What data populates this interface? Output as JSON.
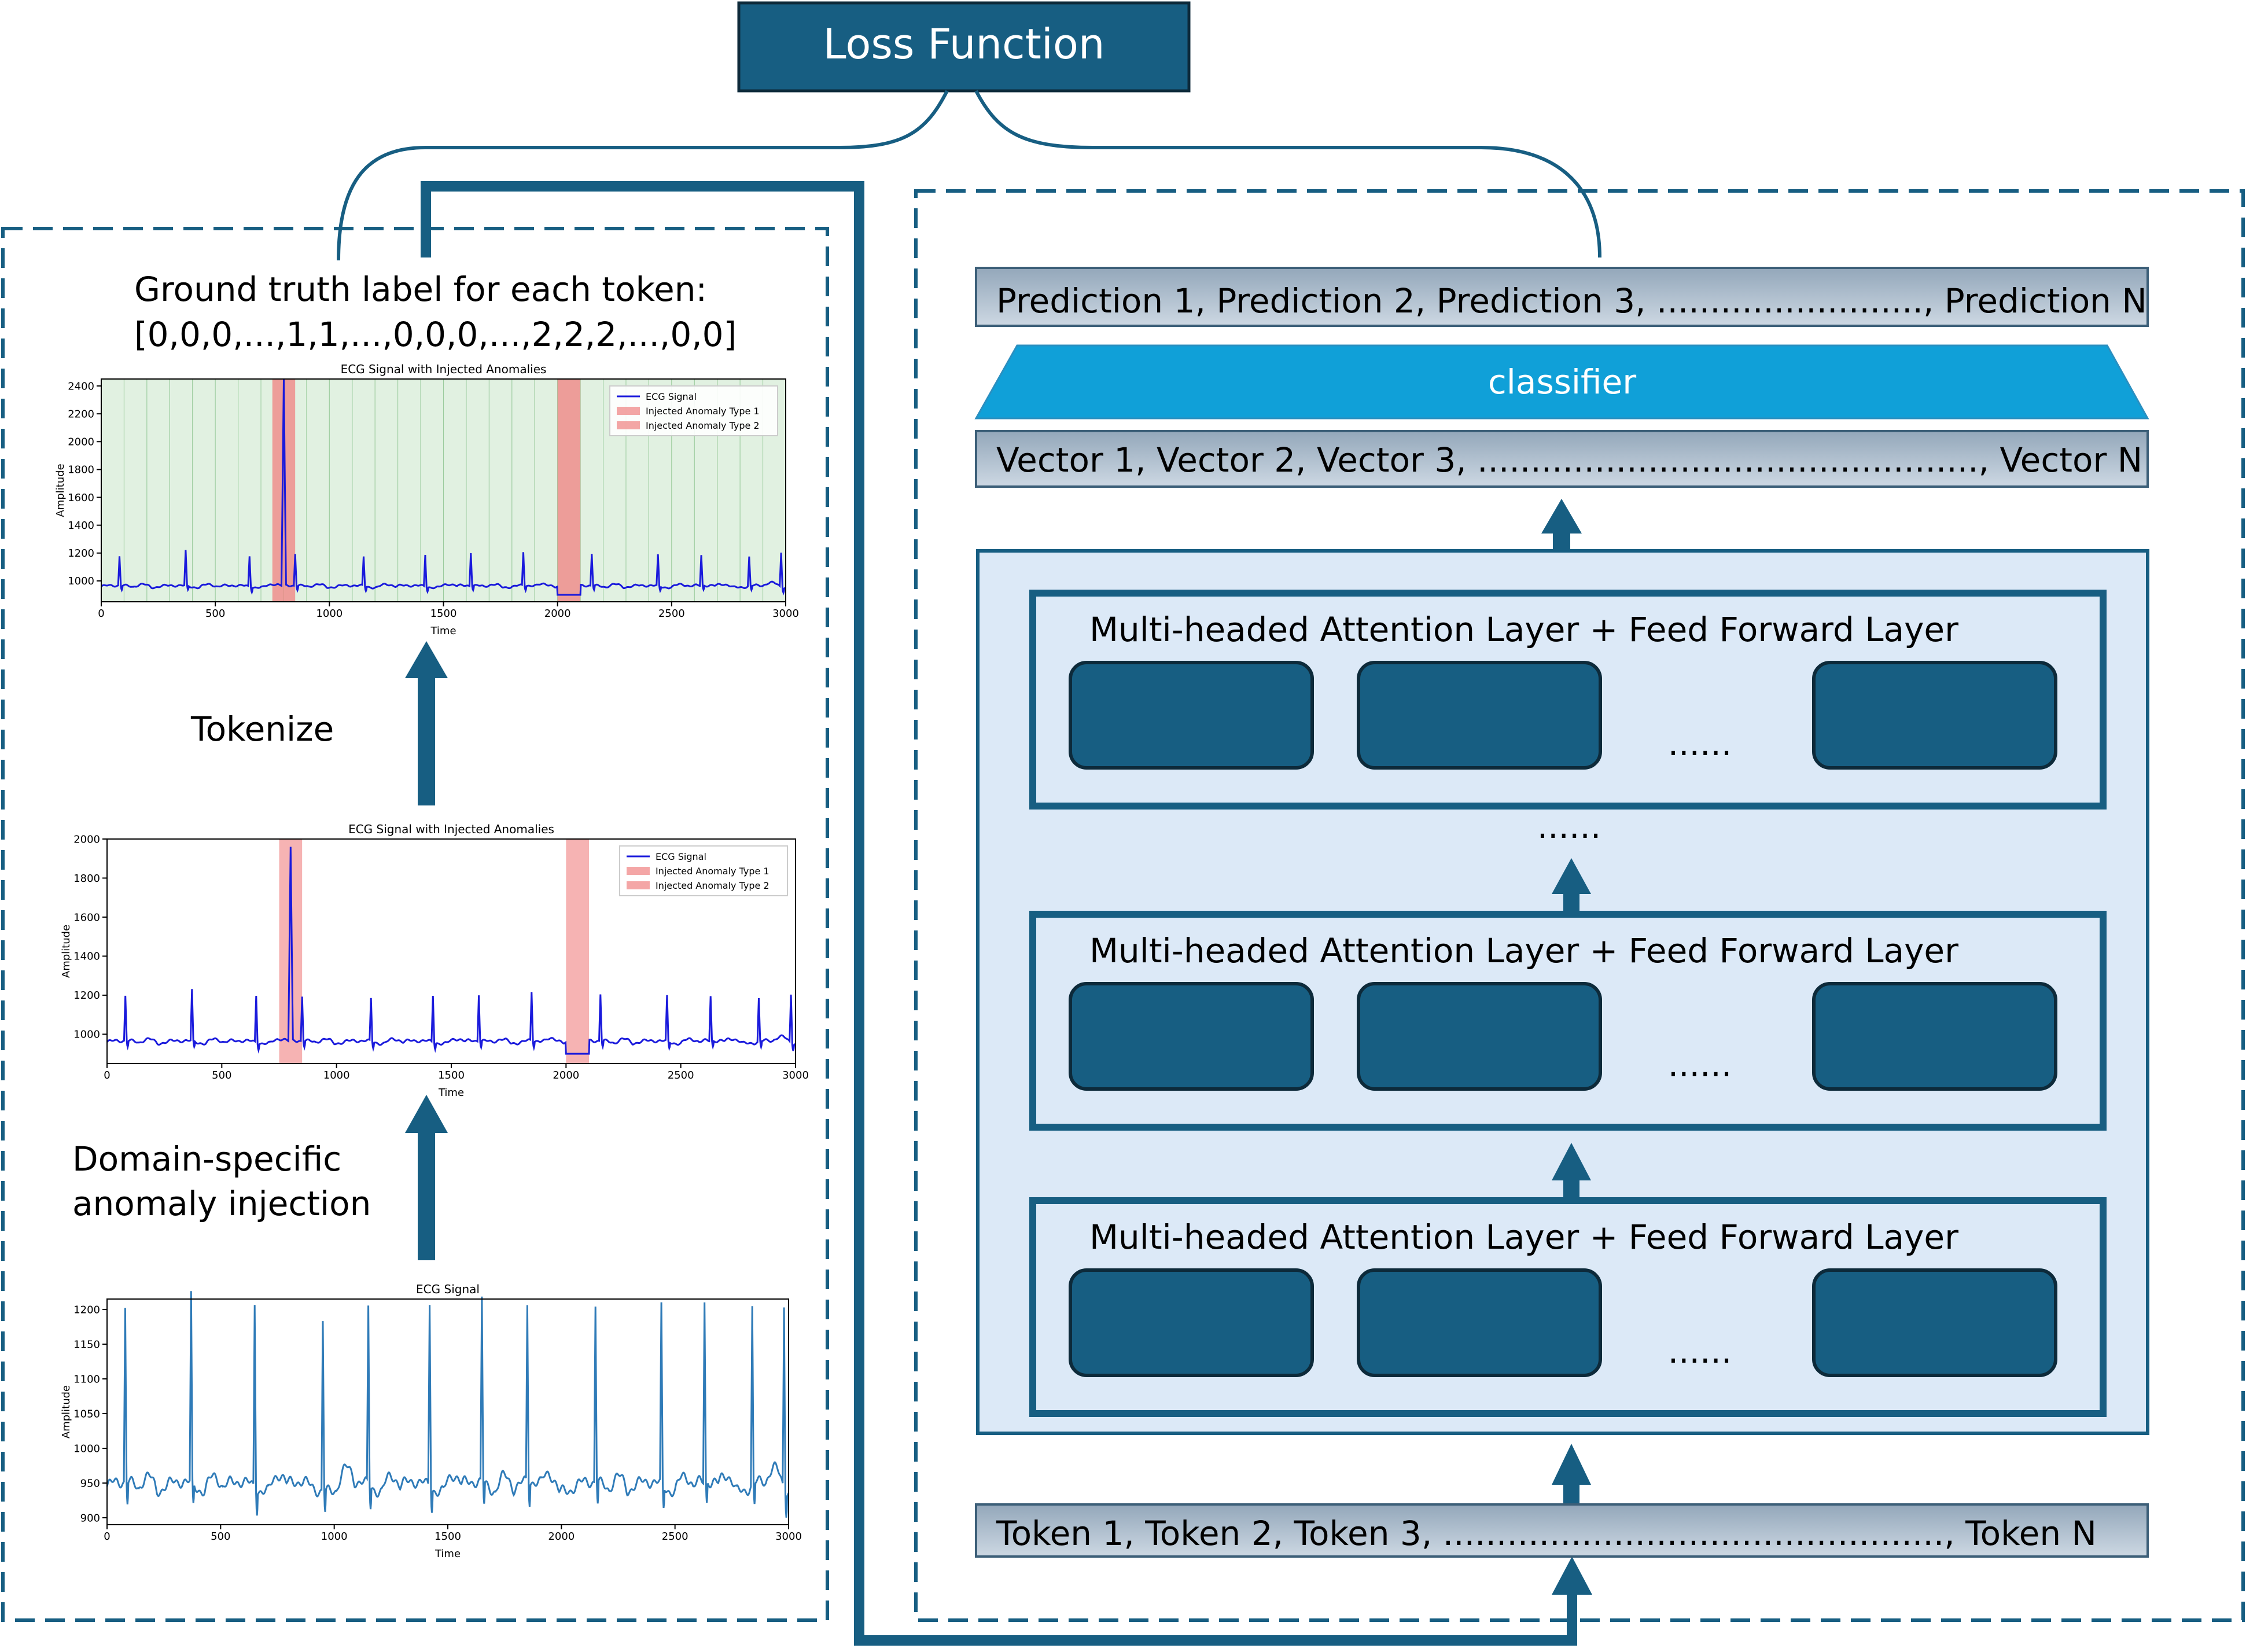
{
  "loss_function": "Loss Function",
  "left_panel": {
    "ground_truth_line1": "Ground truth label for each token:",
    "ground_truth_line2": "[0,0,0,...,1,1,...,0,0,0,...,2,2,2,...,0,0]",
    "tokenize": "Tokenize",
    "injection_line1": "Domain-specific",
    "injection_line2": "anomaly injection"
  },
  "right_panel": {
    "predictions": "Prediction 1, Prediction 2, Prediction 3, ........................., Prediction N",
    "classifier": "classifier",
    "vectors": "Vector 1, Vector 2, Vector 3, ..............................................., Vector N",
    "tokens": "Token 1, Token 2, Token 3, ..............................................., Token N",
    "layer_label": "Multi-headed Attention Layer + Feed Forward Layer",
    "ellipsis": "......"
  },
  "colors": {
    "primary": "#175e82",
    "dark_border": "#0d2a3a",
    "classifier": "#10a0d8",
    "bar_top": "#9aadbf",
    "bar_bottom": "#c8d4e0",
    "panel_bg": "#dce9f7",
    "signal_blue": "#1a1adc",
    "signal_raw": "#2f7bb8",
    "anomaly_red": "#f08080",
    "token_green": "#c8e6c9"
  },
  "chart_data": [
    {
      "type": "line",
      "title": "ECG Signal with Injected Anomalies",
      "xlabel": "Time",
      "ylabel": "Amplitude",
      "xlim": [
        0,
        3000
      ],
      "ylim": [
        850,
        2450
      ],
      "x_ticks": [
        0,
        500,
        1000,
        1500,
        2000,
        2500,
        3000
      ],
      "y_ticks": [
        1000,
        1200,
        1400,
        1600,
        1800,
        2000,
        2200,
        2400
      ],
      "legend": [
        "ECG Signal",
        "Injected Anomaly Type 1",
        "Injected Anomaly Type 2"
      ],
      "legend_position": "top-right",
      "anomaly_spans": [
        {
          "type": 1,
          "start": 750,
          "end": 850
        },
        {
          "type": 2,
          "start": 2000,
          "end": 2100
        }
      ],
      "token_shading": true,
      "series": [
        {
          "name": "ECG Signal",
          "baseline": 960,
          "beat_times": [
            80,
            370,
            650,
            850,
            1150,
            1420,
            1620,
            1850,
            2150,
            2440,
            2630,
            2840,
            2980
          ],
          "beat_peaks": [
            1170,
            1210,
            1180,
            1190,
            1170,
            1190,
            1200,
            1200,
            1190,
            1180,
            1180,
            1170,
            1210
          ],
          "spike": {
            "x": 800,
            "y": 2450
          },
          "flat": {
            "start": 2000,
            "end": 2100,
            "y": 900
          }
        }
      ]
    },
    {
      "type": "line",
      "title": "ECG Signal with Injected Anomalies",
      "xlabel": "Time",
      "ylabel": "Amplitude",
      "xlim": [
        0,
        3000
      ],
      "ylim": [
        850,
        2000
      ],
      "x_ticks": [
        0,
        500,
        1000,
        1500,
        2000,
        2500,
        3000
      ],
      "y_ticks": [
        1000,
        1200,
        1400,
        1600,
        1800,
        2000
      ],
      "legend": [
        "ECG Signal",
        "Injected Anomaly Type 1",
        "Injected Anomaly Type 2"
      ],
      "legend_position": "top-right",
      "anomaly_spans": [
        {
          "type": 1,
          "start": 750,
          "end": 850
        },
        {
          "type": 2,
          "start": 2000,
          "end": 2100
        }
      ],
      "series": [
        {
          "name": "ECG Signal",
          "baseline": 960,
          "beat_times": [
            80,
            370,
            650,
            850,
            1150,
            1420,
            1620,
            1850,
            2150,
            2440,
            2630,
            2840,
            2980
          ],
          "beat_peaks": [
            1190,
            1220,
            1200,
            1190,
            1180,
            1200,
            1200,
            1210,
            1200,
            1190,
            1190,
            1180,
            1210
          ],
          "spike": {
            "x": 800,
            "y": 1960
          },
          "flat": {
            "start": 2000,
            "end": 2100,
            "y": 900
          }
        }
      ]
    },
    {
      "type": "line",
      "title": "ECG Signal",
      "xlabel": "Time",
      "ylabel": "Amplitude",
      "xlim": [
        0,
        3000
      ],
      "ylim": [
        890,
        1215
      ],
      "x_ticks": [
        0,
        500,
        1000,
        1500,
        2000,
        2500,
        3000
      ],
      "y_ticks": [
        900,
        950,
        1000,
        1050,
        1100,
        1150,
        1200
      ],
      "series": [
        {
          "name": "ECG Signal",
          "baseline": 945,
          "beat_times": [
            80,
            370,
            650,
            950,
            1150,
            1420,
            1650,
            1850,
            2150,
            2440,
            2630,
            2840,
            2980
          ],
          "beat_peaks": [
            1195,
            1215,
            1210,
            1190,
            1200,
            1210,
            1210,
            1200,
            1200,
            1200,
            1205,
            1200,
            1210
          ]
        }
      ]
    }
  ]
}
